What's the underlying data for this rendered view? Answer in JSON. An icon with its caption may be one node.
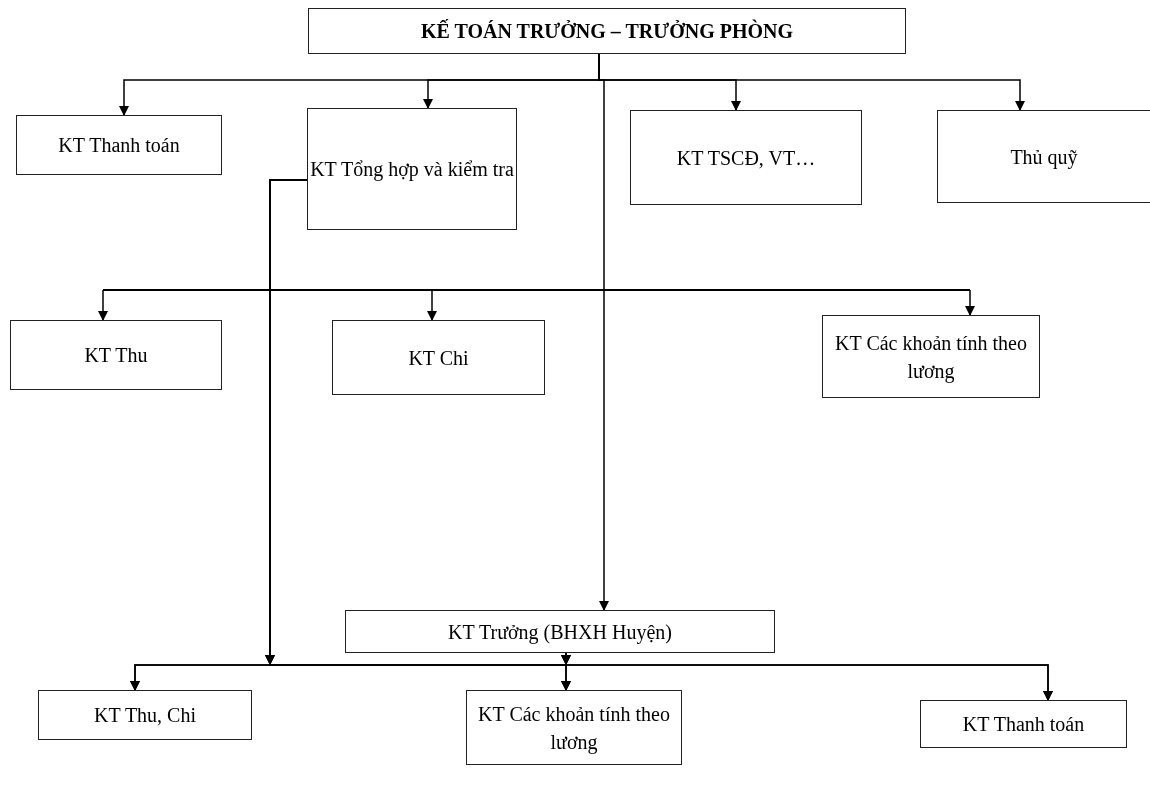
{
  "diagram": {
    "nodes": [
      {
        "text": [
          "KẾ TOÁN TRƯỞNG – TRƯỞNG PHÒNG"
        ]
      },
      {
        "text": [
          "KT Thanh toán"
        ]
      },
      {
        "text": [
          "KT Tổng hợp và kiểm tra"
        ]
      },
      {
        "text": [
          "KT TSCĐ, VT…"
        ]
      },
      {
        "text": [
          "Thủ quỹ"
        ]
      },
      {
        "text": [
          "KT Thu"
        ]
      },
      {
        "text": [
          "KT Chi"
        ]
      },
      {
        "text": [
          "KT Các khoản tính theo lương"
        ]
      },
      {
        "text": [
          "KT Trưởng (BHXH Huyện)"
        ]
      },
      {
        "text": [
          "KT Thu, Chi"
        ]
      },
      {
        "text": [
          "KT Các khoản tính theo lương"
        ]
      },
      {
        "text": [
          "KT Thanh toán"
        ]
      }
    ],
    "edges": [
      {
        "from": 0,
        "to": 1,
        "arrow": "to"
      },
      {
        "from": 0,
        "to": 2,
        "arrow": "to"
      },
      {
        "from": 0,
        "to": 3,
        "arrow": "to"
      },
      {
        "from": 0,
        "to": 4,
        "arrow": "to"
      },
      {
        "from": 0,
        "to": 8,
        "arrow": "to"
      },
      {
        "from": null,
        "to": 5,
        "arrow": "to"
      },
      {
        "from": null,
        "to": 6,
        "arrow": "to"
      },
      {
        "from": null,
        "to": 7,
        "arrow": "to"
      },
      {
        "from": 2,
        "to": 9,
        "arrow": "to"
      },
      {
        "from": 2,
        "to": 10,
        "arrow": "to"
      },
      {
        "from": 2,
        "to": 11,
        "arrow": "to"
      },
      {
        "from": 8,
        "to": 9,
        "arrow": "to"
      },
      {
        "from": 8,
        "to": 10,
        "arrow": "to"
      },
      {
        "from": 8,
        "to": 11,
        "arrow": "to"
      }
    ]
  }
}
